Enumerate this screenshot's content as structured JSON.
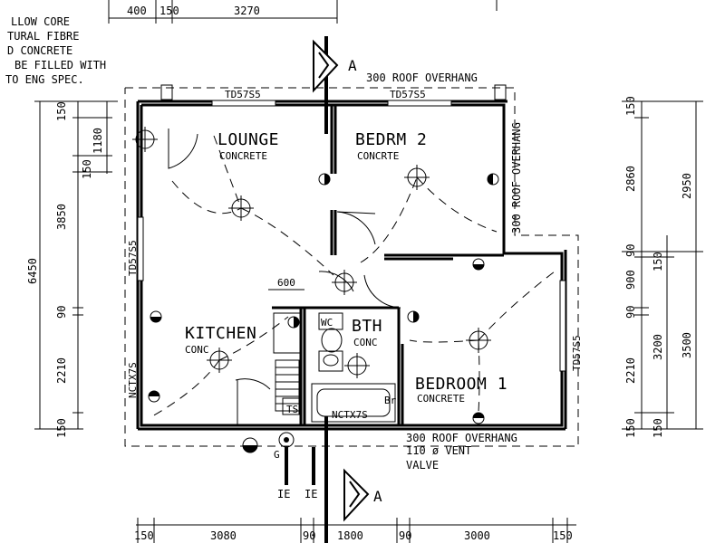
{
  "notes": [
    "LLOW CORE",
    "TURAL FIBRE",
    "D CONCRETE",
    "BE FILLED WITH",
    "TO ENG SPEC."
  ],
  "rooms": {
    "lounge": {
      "name": "LOUNGE",
      "finish": "CONCRETE"
    },
    "bedroom2": {
      "name": "BEDRM 2",
      "finish": "CONCRTE"
    },
    "kitchen": {
      "name": "KITCHEN",
      "finish": "CONC"
    },
    "bath": {
      "name": "BTH",
      "finish": "CONC"
    },
    "bedroom1": {
      "name": "BEDROOM 1",
      "finish": "CONCRETE"
    }
  },
  "codes": {
    "window_lounge": "TD57S5",
    "window_bed2": "TD57S5",
    "window_west": "TD57S5",
    "window_bed1": "TD57S5",
    "door_kitchen": "NCTX7S",
    "door_bath": "NCTX7S",
    "kitchen_width": "600",
    "wc": "WC",
    "ts": "TS",
    "br": "Br",
    "g": "G",
    "ie1": "IE",
    "ie2": "IE"
  },
  "section_marker": "A",
  "overhang_top": "300 ROOF OVERHANG",
  "overhang_right": "300 ROOF OVERHANG",
  "overhang_bottom": "300 ROOF OVERHANG",
  "vent": "110 ø VENT",
  "valve": "VALVE",
  "dims_top": [
    "400",
    "150",
    "3270"
  ],
  "dims_bottom": [
    "150",
    "3080",
    "90",
    "1800",
    "90",
    "3000",
    "150"
  ],
  "dims_left_outer": [
    "6450"
  ],
  "dims_left_inner": [
    "150",
    "1180",
    "150",
    "3850",
    "90",
    "2210",
    "150"
  ],
  "dims_right_inner": [
    "150",
    "2860",
    "90",
    "900",
    "90",
    "2210",
    "150"
  ],
  "dims_right_mid": [
    "150",
    "3200"
  ],
  "dims_right_outer": [
    "2950",
    "3500"
  ]
}
